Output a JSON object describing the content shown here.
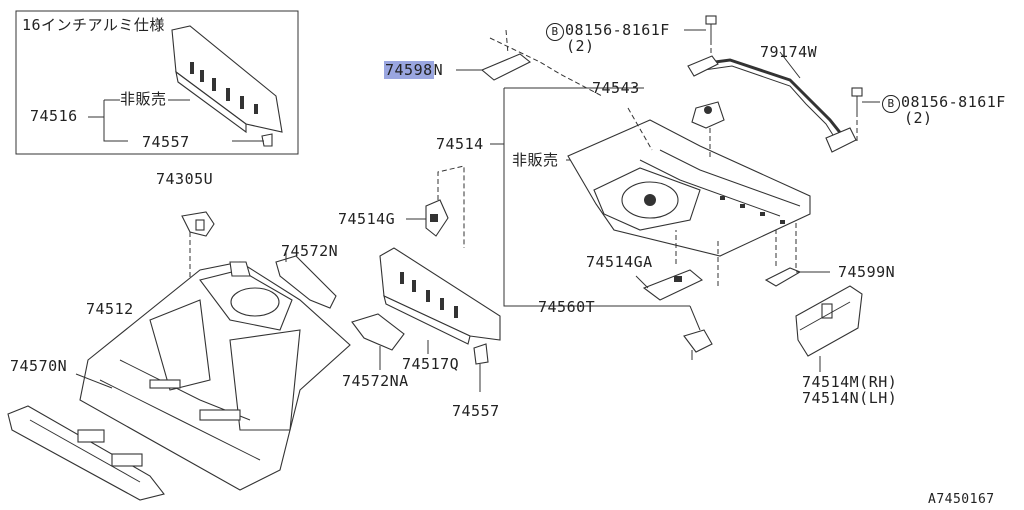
{
  "diagram_id": "A7450167",
  "inset": {
    "title": "16インチアルミ仕様",
    "part_main": "74516",
    "note_not_sold": "非販売",
    "part_sub": "74557"
  },
  "labels": {
    "p74305U": "74305U",
    "p74512": "74512",
    "p74570N": "74570N",
    "p74572N": "74572N",
    "p74572NA": "74572NA",
    "p74517Q": "74517Q",
    "p74557": "74557",
    "p74514G": "74514G",
    "p74514": "74514",
    "p74514_note": "非販売",
    "p74598N_num": "74598",
    "p74598N_suffix": "N",
    "p74543": "74543",
    "bolt_symbol": "B",
    "bolt1": "08156-8161F",
    "bolt1_qty": "(2)",
    "bolt2": "08156-8161F",
    "bolt2_qty": "(2)",
    "p79174W": "79174W",
    "p74514GA": "74514GA",
    "p74560T": "74560T",
    "p74599N": "74599N",
    "p74514M": "74514M(RH)",
    "p74514N": "74514N(LH)"
  },
  "highlight_color": "#9aa6e0"
}
